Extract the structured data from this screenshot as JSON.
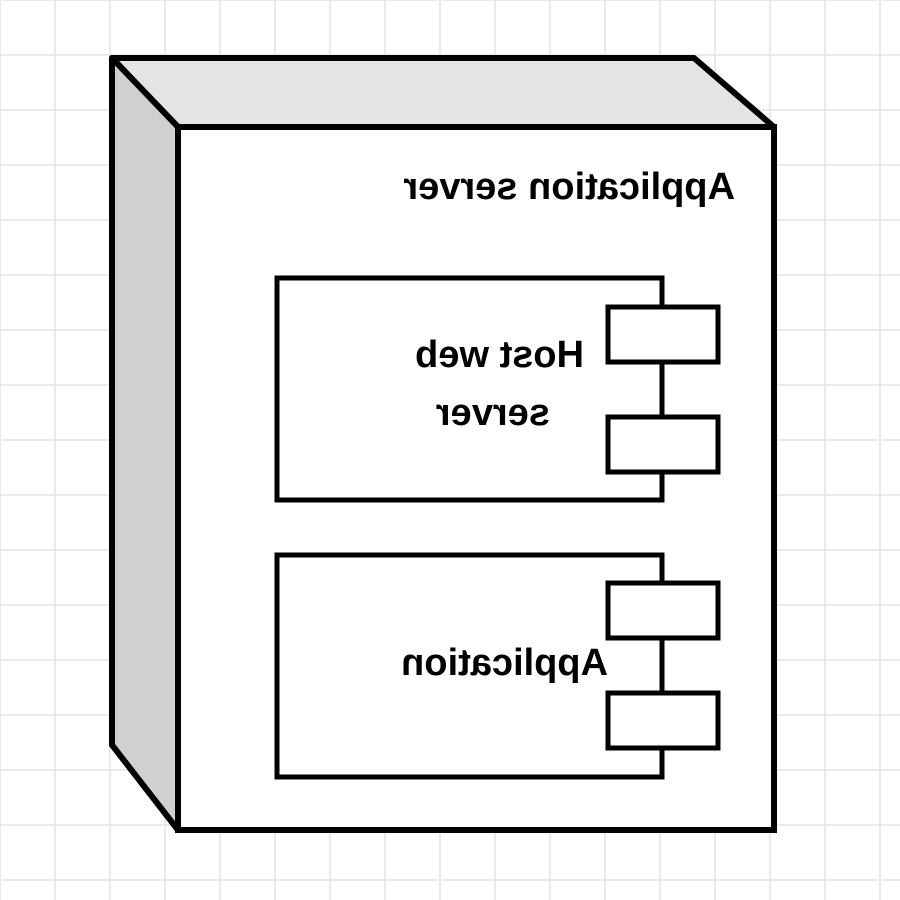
{
  "diagram": {
    "type": "deployment-node",
    "mirrored": true,
    "colors": {
      "grid": "#e4e4e4",
      "stroke": "#000000",
      "node_top_face": "#e4e4e4",
      "node_side_face": "#d0d0d0",
      "fill": "#ffffff"
    },
    "node": {
      "label": "Application server"
    },
    "components": [
      {
        "label_line1": "Host web",
        "label_line2": "server"
      },
      {
        "label_line1": "Application",
        "label_line2": ""
      }
    ]
  }
}
